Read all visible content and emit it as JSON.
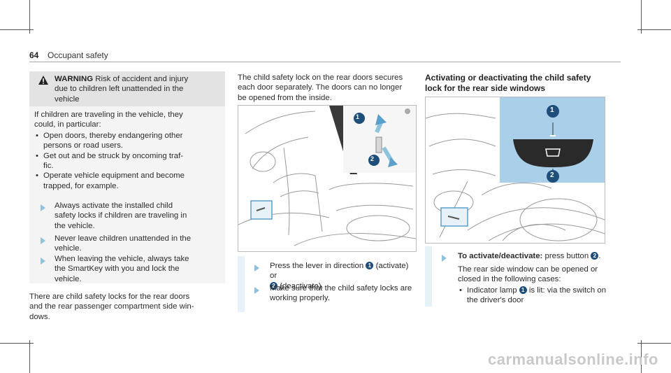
{
  "header": {
    "page_number": "64",
    "section": "Occupant safety"
  },
  "warning": {
    "label": "WARNING",
    "lines": [
      "Risk of accident and injury",
      "due to children left unattended in the",
      "vehicle"
    ],
    "intro": [
      "If children are traveling in the vehicle, they",
      "could, in particular:"
    ],
    "bullets": [
      [
        "Open doors, thereby endangering other",
        "persons or road users."
      ],
      [
        "Get out and be struck by oncoming traf-",
        "fic."
      ],
      [
        "Operate vehicle equipment and become",
        "trapped, for example."
      ]
    ],
    "steps": [
      [
        "Always activate the installed child",
        "safety locks if children are traveling in",
        "the vehicle."
      ],
      [
        "Never leave children unattended in the",
        "vehicle."
      ],
      [
        "When leaving the vehicle, always take",
        "the SmartKey with you and lock the",
        "vehicle."
      ]
    ]
  },
  "left_footer": [
    "There are child safety locks for the rear doors",
    "and the rear passenger compartment side win-",
    "dows."
  ],
  "middle": {
    "intro": [
      "The child safety lock on the rear doors secures",
      "each door separately. The doors can no longer",
      "be opened from the inside."
    ],
    "step1": {
      "prefix": "Press the lever in direction",
      "after_1": "(activate) or",
      "after_2": "(deactivate).",
      "n1": "1",
      "n2": "2"
    },
    "step2": [
      "Make sure that the child safety locks are",
      "working properly."
    ]
  },
  "right": {
    "title": [
      "Activating or deactivating the child safety",
      "lock for the rear side windows"
    ],
    "step_bold": "To activate/deactivate:",
    "step_rest": "press button",
    "step_num": "2",
    "para": [
      "The rear side window can be opened or",
      "closed in the following cases:"
    ],
    "bullet_prefix": "Indicator lamp",
    "bullet_num": "1",
    "bullet_rest": "is lit: via the switch on",
    "bullet_line2": "the driver's door"
  },
  "figure_labels": {
    "a": "1",
    "b": "2",
    "c": "1",
    "d": "2"
  },
  "watermark": "carmanualsonline.info",
  "colors": {
    "accent": "#1e4e7a",
    "highlight": "#8fc3dd",
    "panel": "#a9d0e8"
  }
}
